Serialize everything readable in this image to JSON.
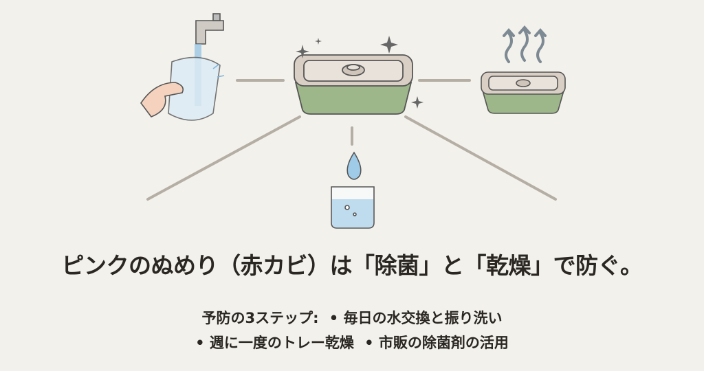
{
  "headline": "ピンクのぬめり（赤カビ）は「除菌」と「乾燥」で防ぐ。",
  "steps": {
    "label": "予防の3ステップ:",
    "items": [
      "• 毎日の水交換と振り洗い",
      "• 週に一度のトレー乾燥",
      "• 市販の除菌剤の活用"
    ]
  },
  "colors": {
    "background": "#f3f1ec",
    "tray_green": "#9db68a",
    "tray_rim": "#d9cfc4",
    "line": "#b4aea4",
    "water": "#bfdcef"
  }
}
